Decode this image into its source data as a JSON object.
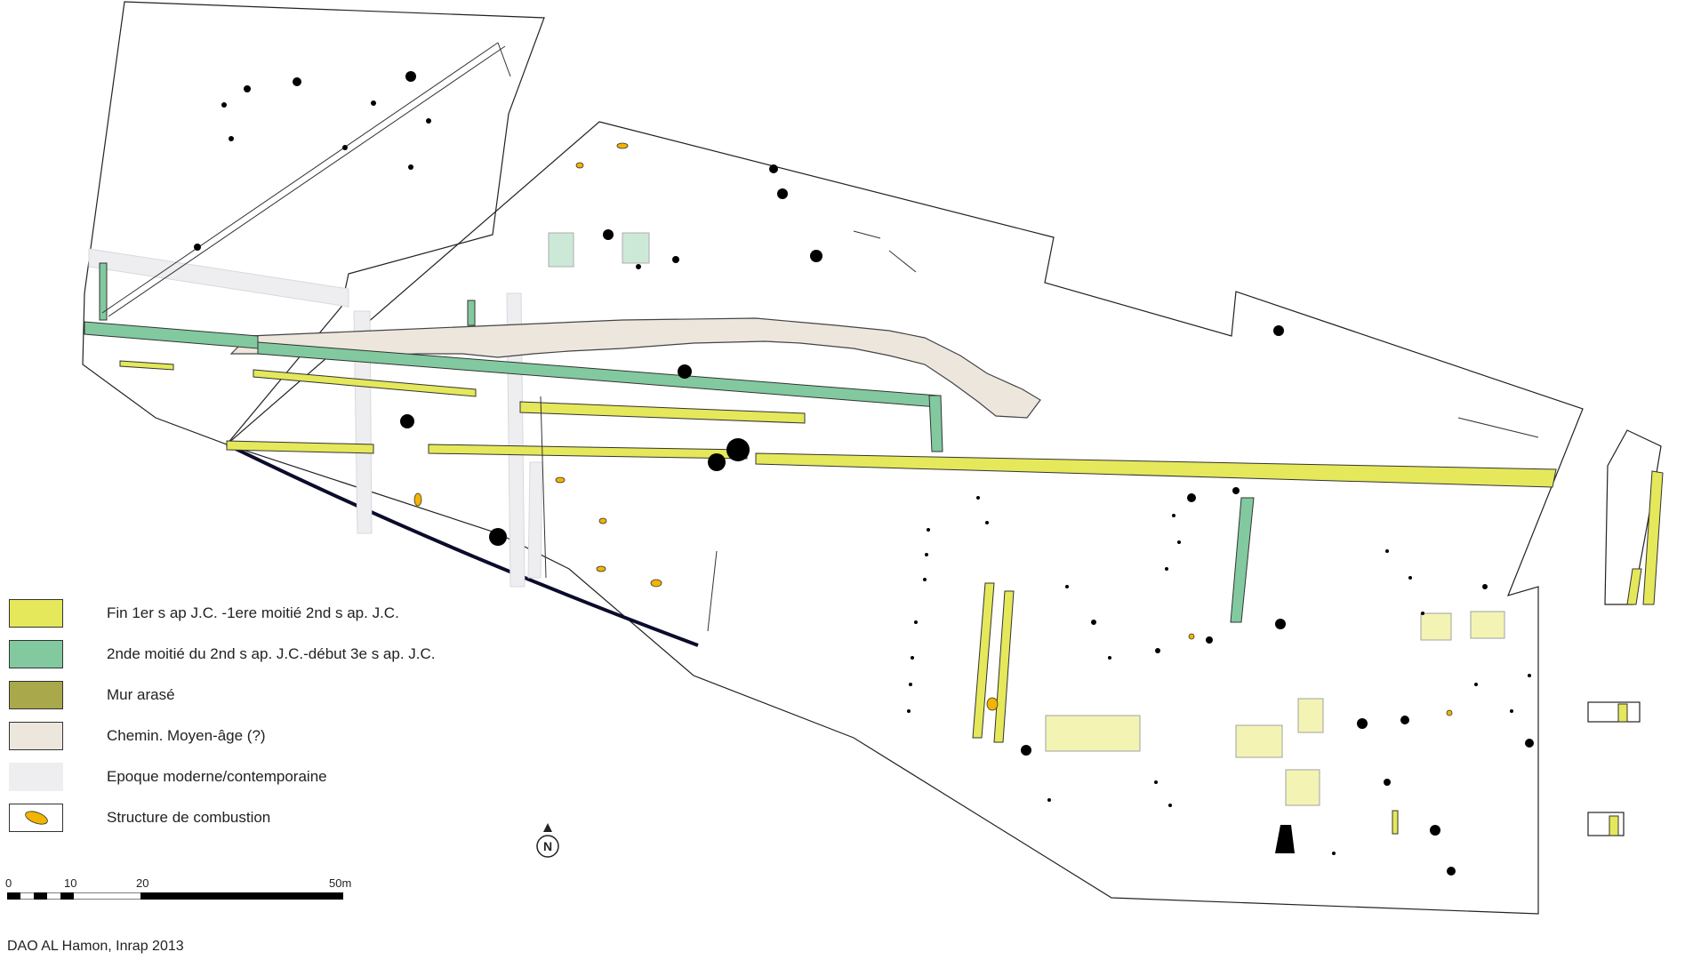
{
  "legend": {
    "items": [
      {
        "label": "Fin 1er s ap J.C. -1ere moitié 2nd s ap. J.C.",
        "color": "#e5e85a"
      },
      {
        "label": "2nde moitié du 2nd s ap. J.C.-début 3e s ap. J.C.",
        "color": "#82c9a0"
      },
      {
        "label": "Mur arasé",
        "color": "#a9a84b"
      },
      {
        "label": "Chemin.  Moyen-âge (?)",
        "color": "#ece6dd"
      },
      {
        "label": "Epoque moderne/contemporaine",
        "color": "#eeeef1"
      },
      {
        "label": "Structure de combustion",
        "color": "#f2b400"
      }
    ]
  },
  "north_arrow": {
    "label": "N"
  },
  "scale": {
    "ticks": [
      "0",
      "10",
      "20",
      "50m"
    ]
  },
  "credit": "DAO AL Hamon, Inrap 2013",
  "colors": {
    "phase1": "#e5e85a",
    "phase2": "#82c9a0",
    "wall": "#a9a84b",
    "path": "#ece6dd",
    "modern": "#eeeef1",
    "combustion": "#f2b400",
    "feature": "#000000",
    "outline": "#1a1a3a"
  }
}
